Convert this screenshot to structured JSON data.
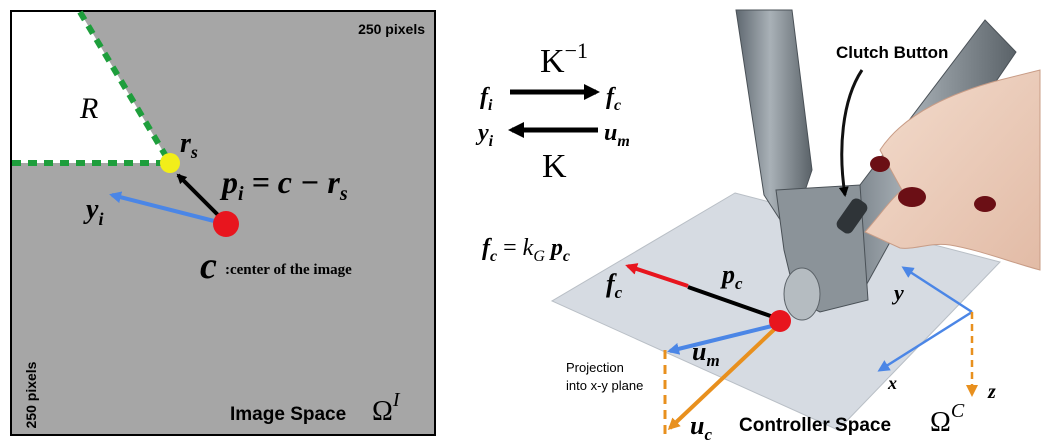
{
  "image_space": {
    "size_top": "250 pixels",
    "size_side": "250 pixels",
    "region_label": "R",
    "rs_base": "r",
    "rs_sub": "s",
    "eq_pi": {
      "lhs_base": "p",
      "lhs_sub": "i",
      "mid": " = c − ",
      "rhs_base": "r",
      "rhs_sub": "s"
    },
    "yi_base": "y",
    "yi_sub": "i",
    "c_letter": "c",
    "c_desc": ":center of the image",
    "space_label": "Image Space",
    "omega": "Ω",
    "omega_sup": "I"
  },
  "transforms": {
    "kinv_base": "K",
    "kinv_sup": "−1",
    "k": "K",
    "fi_base": "f",
    "fi_sub": "i",
    "fc_base": "f",
    "fc_sub": "c",
    "yi_base": "y",
    "yi_sub": "i",
    "um_base": "u",
    "um_sub": "m"
  },
  "controller": {
    "eq_lhs_base": "f",
    "eq_lhs_sub": "c",
    "eq_eq": " =  ",
    "eq_k": "k",
    "eq_k_sub": "G",
    "eq_p": " p",
    "eq_p_sub": "c",
    "clutch": "Clutch Button",
    "fc_base": "f",
    "fc_sub": "c",
    "pc_base": "p",
    "pc_sub": "c",
    "um_base": "u",
    "um_sub": "m",
    "uc_base": "u",
    "uc_sub": "c",
    "projection_line1": "Projection",
    "projection_line2": "into x-y plane",
    "axis_x": "x",
    "axis_y": "y",
    "axis_z": "z",
    "space_label": "Controller Space",
    "omega": "Ω",
    "omega_sup": "C"
  },
  "colors": {
    "image_bg": "#a6a6a6",
    "green_dashed": "#1e9e3c",
    "yellow": "#f2ee1a",
    "red": "#e8151e",
    "blue": "#4b86e6",
    "orange": "#e8901e",
    "plane": "#d6dbe2"
  }
}
